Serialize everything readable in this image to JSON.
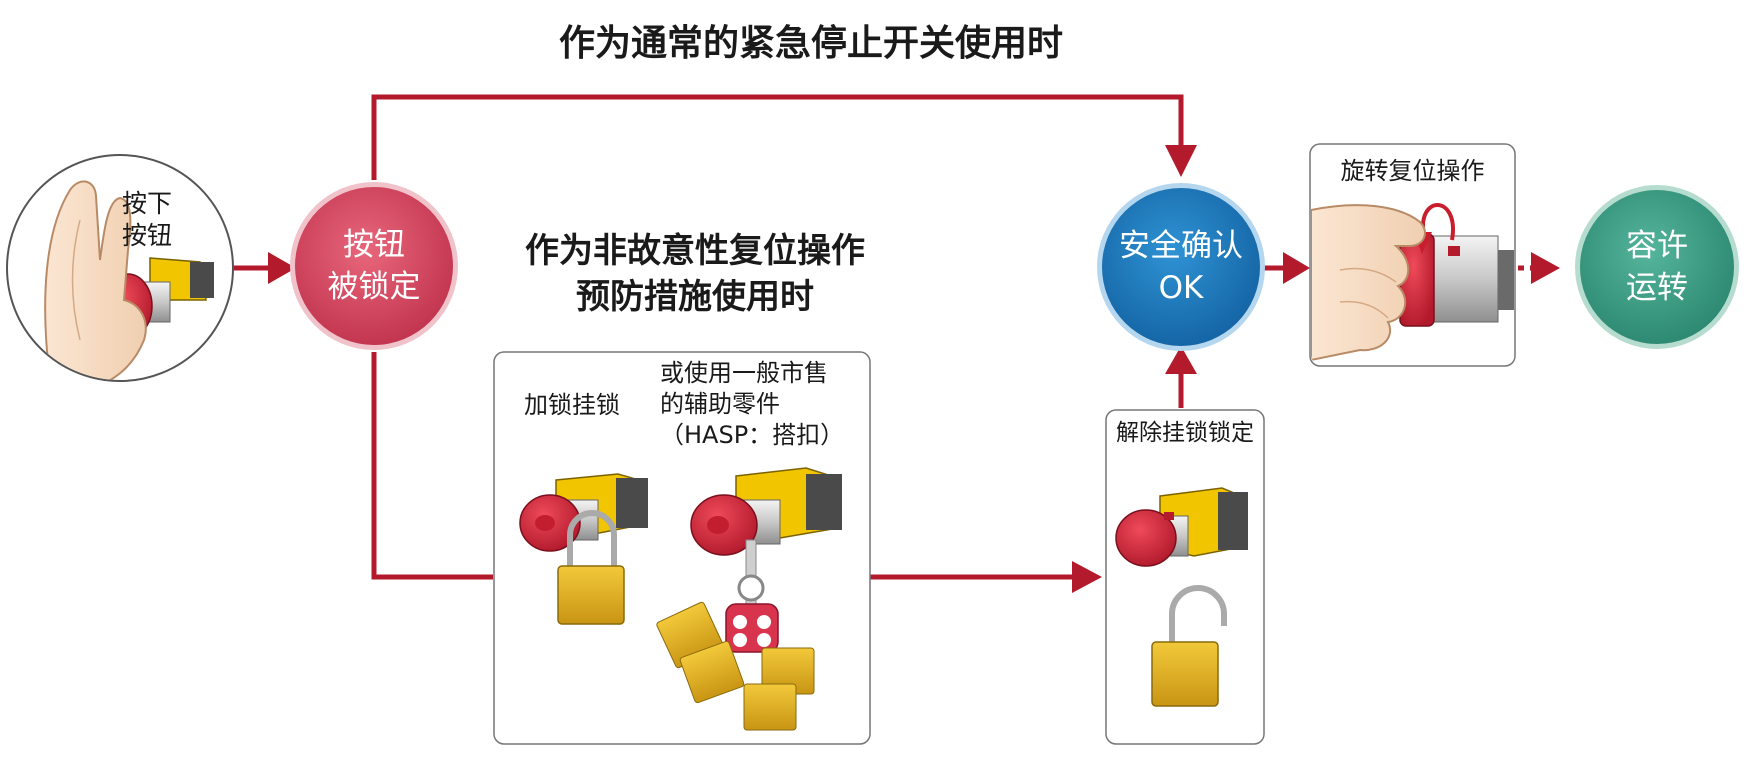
{
  "titles": {
    "normal_use": "作为通常的紧急停止开关使用时",
    "non_intentional": [
      "作为非故意性复位操作",
      "预防措施使用时"
    ]
  },
  "nodes": {
    "press": {
      "label": [
        "按下",
        "按钮"
      ]
    },
    "locked": {
      "label": [
        "按钮",
        "被锁定"
      ],
      "color": "#d0455e"
    },
    "safety": {
      "label": [
        "安全确认",
        "OK"
      ],
      "color": "#1f78b8"
    },
    "run": {
      "label": [
        "容许",
        "运转"
      ],
      "color": "#3a9a84"
    }
  },
  "boxes": {
    "lockout": {
      "padlock_label": "加锁挂锁",
      "hasp_label": [
        "或使用一般市售",
        "的辅助零件",
        "（HASP：搭扣）"
      ]
    },
    "release": {
      "label": "解除挂锁锁定"
    },
    "reset": {
      "label": "旋转复位操作"
    }
  },
  "colors": {
    "arrow": "#b31a2b",
    "button_red": "#d9293d",
    "padlock_gold": "#e2b02a",
    "housing_yellow": "#f1c500"
  }
}
